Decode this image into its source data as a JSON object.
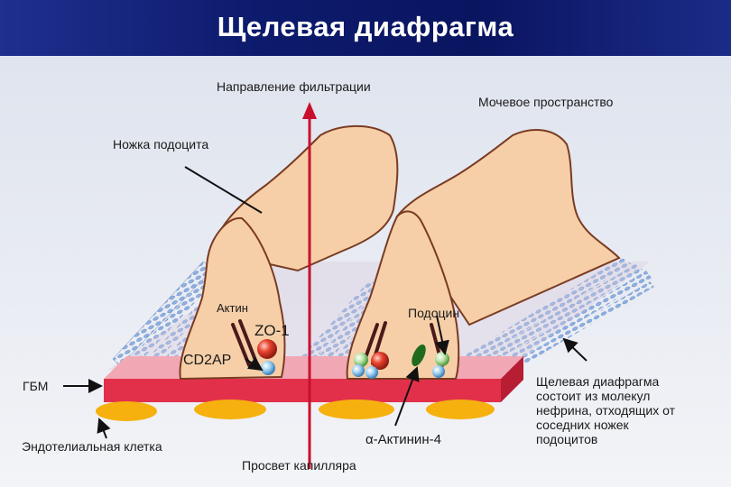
{
  "title": "Щелевая диафрагма",
  "labels": {
    "filtration_direction": "Направление фильтрации",
    "urinary_space": "Мочевое пространство",
    "podocyte_foot": "Ножка подоцита",
    "actin": "Актин",
    "zo1": "ZO-1",
    "cd2ap": "CD2AP",
    "podocin": "Подоцин",
    "gbm": "ГБМ",
    "endothelial_cell": "Эндотелиальная клетка",
    "alpha_actinin": "α-Актинин-4",
    "capillary_lumen": "Просвет капилляра",
    "slit_description": [
      "Щелевая диафрагма",
      "состоит из  молекул",
      "нефрина, отходящих от",
      "соседних ножек",
      "подоцитов"
    ]
  },
  "colors": {
    "header_bg": "#0d1b6d",
    "foot_fill": "#f6cfa8",
    "foot_stroke": "#7a3b22",
    "gbm_red": "#e3304a",
    "endothelium": "#f6b10f",
    "nephrin_blue": "#7fa8dd",
    "arrow_red": "#c8102e"
  }
}
